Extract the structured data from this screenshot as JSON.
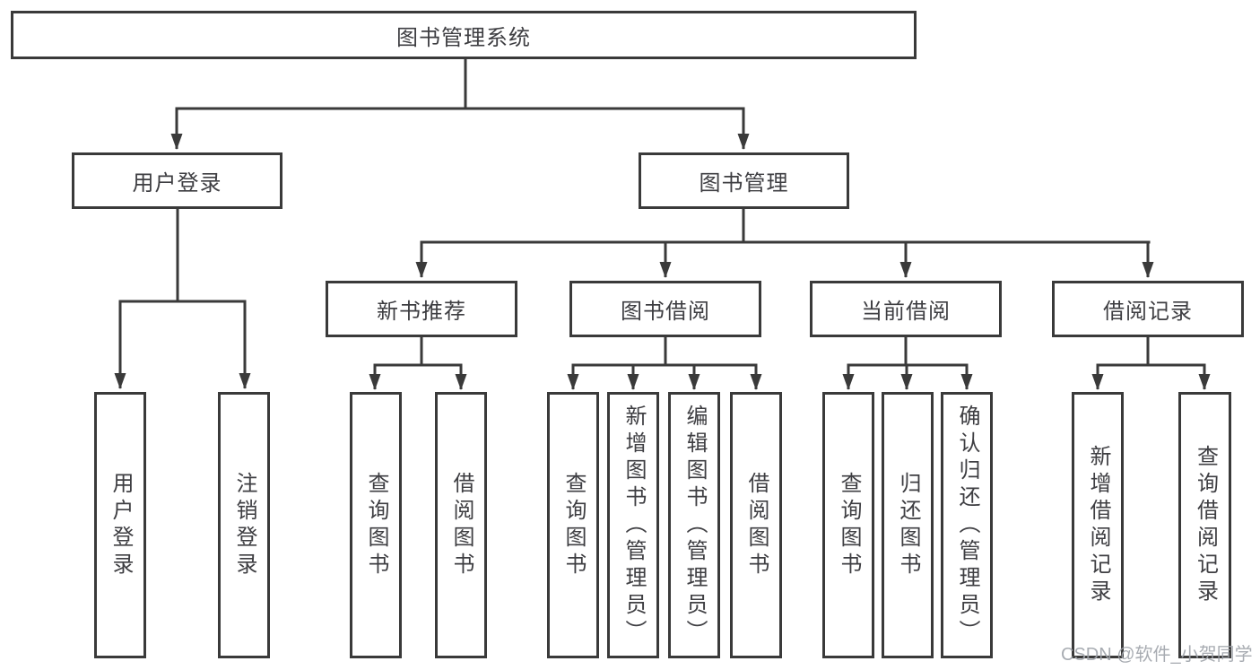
{
  "diagram": {
    "title": "图书管理系统",
    "type": "hierarchy-tree",
    "colors": {
      "line": "#3a3a3a",
      "box_border": "#3a3a3a",
      "box_fill": "#ffffff",
      "text": "#3e3e42",
      "watermark": "#9ea3aa"
    },
    "nodes": {
      "root": "图书管理系统",
      "user_login": "用户登录",
      "book_mgmt": "图书管理",
      "new_book_rec": "新书推荐",
      "book_borrow": "图书借阅",
      "current_borrow": "当前借阅",
      "borrow_record": "借阅记录",
      "ul_login": "用户登录",
      "ul_logout": "注销登录",
      "nb_query": "查询图书",
      "nb_borrow": "借阅图书",
      "bb_query": "查询图书",
      "bb_add": "新增图书（管理员）",
      "bb_edit": "编辑图书（管理员）",
      "bb_borrow": "借阅图书",
      "cb_query": "查询图书",
      "cb_return": "归还图书",
      "cb_confirm": "确认归还（管理员）",
      "br_add": "新增借阅记录",
      "br_query": "查询借阅记录"
    },
    "structure": [
      {
        "parent": "图书管理系统",
        "children": [
          "用户登录",
          "图书管理"
        ]
      },
      {
        "parent": "用户登录",
        "children": [
          "用户登录",
          "注销登录"
        ]
      },
      {
        "parent": "图书管理",
        "children": [
          "新书推荐",
          "图书借阅",
          "当前借阅",
          "借阅记录"
        ]
      },
      {
        "parent": "新书推荐",
        "children": [
          "查询图书",
          "借阅图书"
        ]
      },
      {
        "parent": "图书借阅",
        "children": [
          "查询图书",
          "新增图书（管理员）",
          "编辑图书（管理员）",
          "借阅图书"
        ]
      },
      {
        "parent": "当前借阅",
        "children": [
          "查询图书",
          "归还图书",
          "确认归还（管理员）"
        ]
      },
      {
        "parent": "借阅记录",
        "children": [
          "新增借阅记录",
          "查询借阅记录"
        ]
      }
    ]
  },
  "watermark": "CSDN @软件_小贺同学"
}
